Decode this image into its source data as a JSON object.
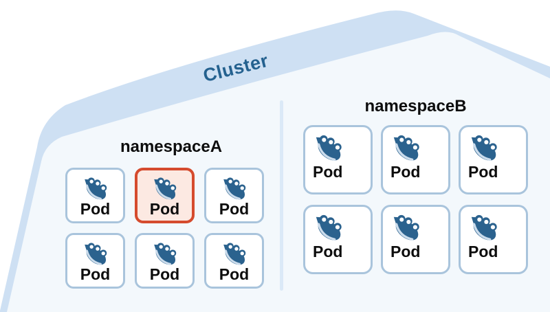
{
  "cluster": {
    "label": "Cluster"
  },
  "namespaces": [
    {
      "label": "namespaceA",
      "pods": [
        {
          "label": "Pod",
          "highlighted": false
        },
        {
          "label": "Pod",
          "highlighted": true
        },
        {
          "label": "Pod",
          "highlighted": false
        },
        {
          "label": "Pod",
          "highlighted": false
        },
        {
          "label": "Pod",
          "highlighted": false
        },
        {
          "label": "Pod",
          "highlighted": false
        }
      ]
    },
    {
      "label": "namespaceB",
      "pods": [
        {
          "label": "Pod",
          "highlighted": false
        },
        {
          "label": "Pod",
          "highlighted": false
        },
        {
          "label": "Pod",
          "highlighted": false
        },
        {
          "label": "Pod",
          "highlighted": false
        },
        {
          "label": "Pod",
          "highlighted": false
        },
        {
          "label": "Pod",
          "highlighted": false
        }
      ]
    }
  ],
  "icons": {
    "pod": "pod-icon"
  },
  "colors": {
    "cluster_band": "#cee0f3",
    "cluster_fill": "#f3f8fc",
    "cluster_label": "#24618f",
    "divider": "#dbe9f7",
    "pod_border": "#a9c4dc",
    "pod_fill": "#ffffff",
    "pod_highlight_border": "#d54b2e",
    "pod_highlight_fill": "#fce9e2",
    "pod_icon": "#2b628e",
    "label_text": "#0d0d0d"
  }
}
